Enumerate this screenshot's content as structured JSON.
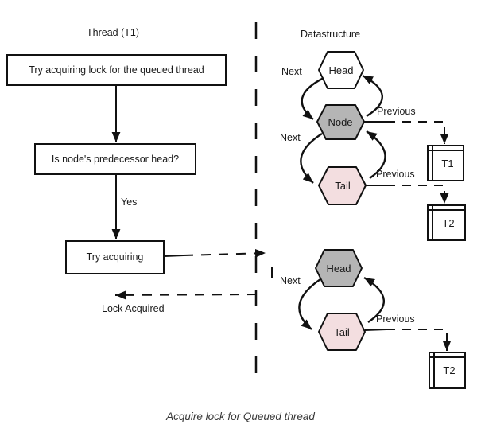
{
  "flowchart": {
    "title": "Thread (T1)",
    "step1": "Try acquiring lock for the queued thread",
    "step2": "Is node's predecessor head?",
    "yes_label": "Yes",
    "step3": "Try acquiring",
    "lock_acquired": "Lock Acquired"
  },
  "datastructure": {
    "title": "Datastructure",
    "upper": {
      "head": {
        "label": "Head",
        "fill": "#ffffff"
      },
      "node": {
        "label": "Node",
        "fill": "#b5b5b5"
      },
      "tail": {
        "label": "Tail",
        "fill": "#f3dee0"
      },
      "next1": "Next",
      "previous1": "Previous",
      "next2": "Next",
      "previous2": "Previous",
      "t1": "T1",
      "t2": "T2"
    },
    "lower": {
      "head": {
        "label": "Head",
        "fill": "#b5b5b5"
      },
      "tail": {
        "label": "Tail",
        "fill": "#f3dee0"
      },
      "next": "Next",
      "previous": "Previous",
      "t2": "T2"
    }
  },
  "caption": "Acquire lock for Queued thread",
  "colors": {
    "stroke": "#111111",
    "gray_fill": "#b5b5b5",
    "pink_fill": "#f3dee0",
    "white_fill": "#ffffff"
  }
}
